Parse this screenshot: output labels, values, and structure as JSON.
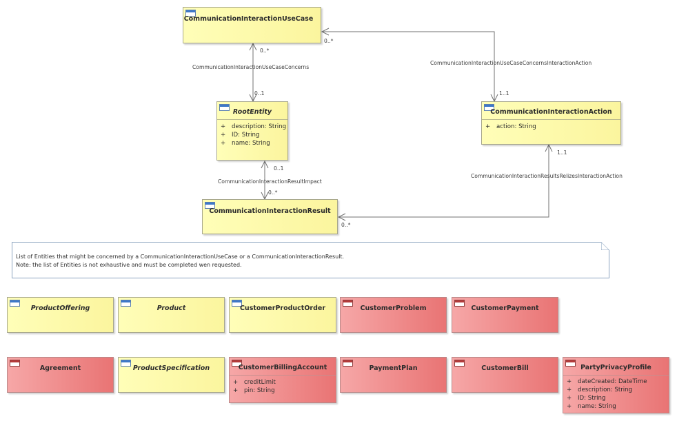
{
  "classes": {
    "use_case": {
      "name": "CommunicationInteractionUseCase",
      "color": "#fbf59e"
    },
    "root_entity": {
      "name": "RootEntity",
      "attributes": [
        {
          "vis": "+",
          "text": "description: String"
        },
        {
          "vis": "+",
          "text": "ID: String"
        },
        {
          "vis": "+",
          "text": "name: String"
        }
      ]
    },
    "result": {
      "name": "CommunicationInteractionResult"
    },
    "action": {
      "name": "CommunicationInteractionAction",
      "attributes": [
        {
          "vis": "+",
          "text": "action: String"
        }
      ]
    }
  },
  "associations": {
    "uc_concerns": {
      "name": "CommunicationInteractionUseCaseConcerns",
      "source_mult": "0..*",
      "target_mult": "0..1"
    },
    "uc_action": {
      "name": "CommunicationInteractionUseCaseConcernsInteractionAction",
      "source_mult": "0..*",
      "target_mult": "1..1"
    },
    "result_impact": {
      "name": "CommunicationInteractionResultImpact",
      "source_mult": "0..1",
      "target_mult": "0..*"
    },
    "result_action": {
      "name": "CommunicationInteractionResultsRelizesInteractionAction",
      "source_mult": "1..1",
      "target_mult": "0..*"
    }
  },
  "note": {
    "line1": "List of Entities that might be concerned by a CommunicationInteractionUseCase or a CommunicationInteractionResult.",
    "line2": "Note: the list of Entities is not exhaustive and must be completed wen requested."
  },
  "entities": {
    "product_offering": {
      "name": "ProductOffering",
      "color": "yellow"
    },
    "product": {
      "name": "Product",
      "color": "yellow"
    },
    "customer_product_order": {
      "name": "CustomerProductOrder",
      "color": "yellow"
    },
    "customer_problem": {
      "name": "CustomerProblem",
      "color": "red"
    },
    "customer_payment": {
      "name": "CustomerPayment",
      "color": "red"
    },
    "agreement": {
      "name": "Agreement",
      "color": "red"
    },
    "product_specification": {
      "name": "ProductSpecification",
      "color": "yellow"
    },
    "customer_billing_account": {
      "name": "CustomerBillingAccount",
      "color": "red",
      "attributes": [
        {
          "vis": "+",
          "text": "creditLimit"
        },
        {
          "vis": "+",
          "text": "pin: String"
        }
      ]
    },
    "payment_plan": {
      "name": "PaymentPlan",
      "color": "red"
    },
    "customer_bill": {
      "name": "CustomerBill",
      "color": "red"
    },
    "party_privacy_profile": {
      "name": "PartyPrivacyProfile",
      "color": "red",
      "attributes": [
        {
          "vis": "+",
          "text": "dateCreated: DateTime"
        },
        {
          "vis": "+",
          "text": "description: String"
        },
        {
          "vis": "+",
          "text": "ID: String"
        },
        {
          "vis": "+",
          "text": "name: String"
        }
      ]
    }
  },
  "colors": {
    "class_yellow": "#fbf59e",
    "class_red": "#e97474",
    "edge": "#6e6e6e",
    "note_border": "#8aa3bf"
  }
}
